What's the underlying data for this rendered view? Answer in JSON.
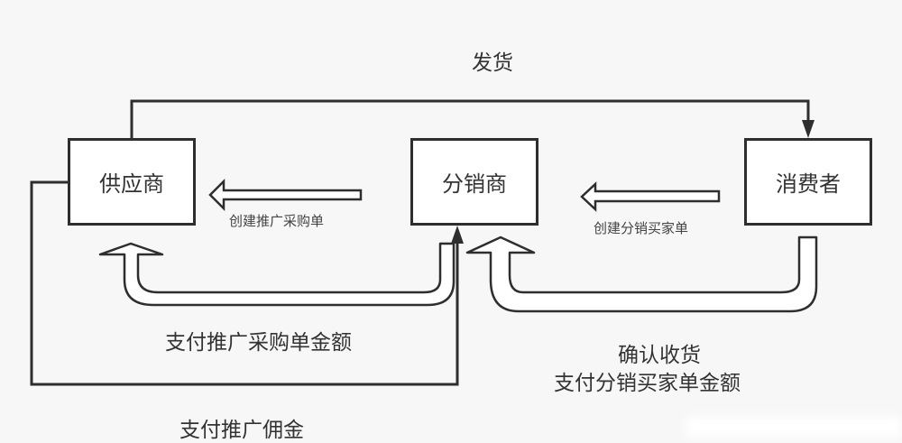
{
  "diagram": {
    "title": "分销流程图",
    "nodes": {
      "supplier": "供应商",
      "distributor": "分销商",
      "consumer": "消费者"
    },
    "edges": {
      "ship": "发货",
      "create_promo_po": "创建推广采购单",
      "create_dist_order": "创建分销买家单",
      "pay_promo_po": "支付推广采购单金额",
      "confirm_receipt": "确认收货",
      "pay_dist_order": "支付分销买家单金额",
      "pay_commission": "支付推广佣金"
    }
  },
  "colors": {
    "background": "#f7f7f7",
    "stroke": "#2e2e2e",
    "node_fill": "#ffffff",
    "text": "#333333"
  }
}
